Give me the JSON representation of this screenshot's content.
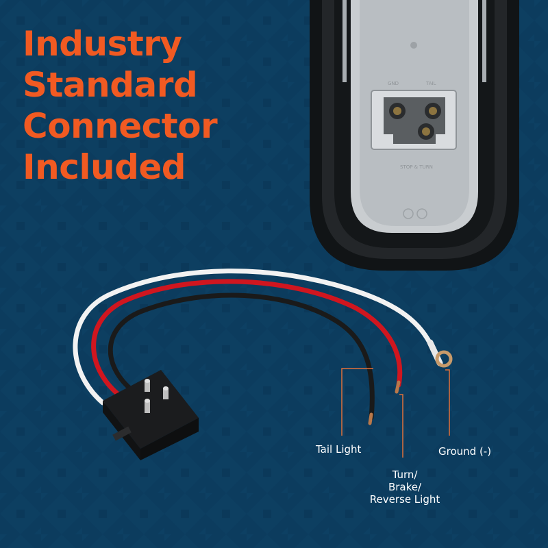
{
  "headline": {
    "lines": [
      "Industry",
      "Standard",
      "Connector",
      "Included"
    ]
  },
  "product": {
    "housing_text": {
      "gnd": "GND",
      "tail": "TAIL",
      "stop_turn": "STOP & TURN"
    }
  },
  "callouts": {
    "tail_light": "Tail Light",
    "ground": "Ground (-)",
    "turn_lines": [
      "Turn/",
      "Brake/",
      "Reverse Light"
    ]
  },
  "colors": {
    "background": "#0c3c5e",
    "accent": "#f15a22",
    "callout_line": "#e0703a",
    "wire_white": "#f2f2f2",
    "wire_red": "#d0161f",
    "wire_black": "#1a1a1a"
  },
  "icons": {
    "lamp": "tail-light-lamp-icon",
    "plug": "three-pin-plug-icon",
    "ring_terminal": "ring-terminal-icon"
  }
}
